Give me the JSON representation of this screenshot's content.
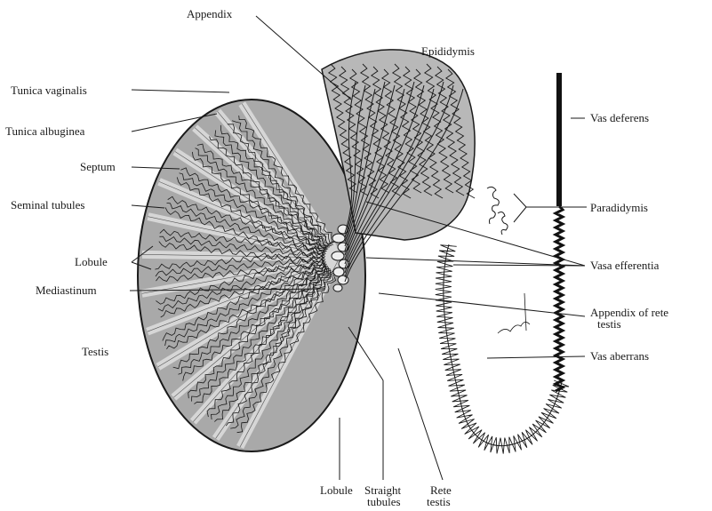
{
  "labels": {
    "appendix": "Appendix",
    "epididymis": "Epididymis",
    "tunica_vaginalis": "Tunica vaginalis",
    "tunica_albuginea": "Tunica albuginea",
    "septum": "Septum",
    "seminal_tubules": "Seminal tubules",
    "lobule_left": "Lobule",
    "mediastinum": "Mediastinum",
    "testis": "Testis",
    "vas_deferens": "Vas deferens",
    "paradidymis": "Paradidymis",
    "vasa_efferentia": "Vasa efferentia",
    "appendix_rete_line1": "Appendix of rete",
    "appendix_rete_line2": "testis",
    "vas_aberrans": "Vas aberrans",
    "lobule_bottom": "Lobule",
    "straight_tubules_line1": "Straight",
    "straight_tubules_line2": "tubules",
    "rete_testis_line1": "Rete",
    "rete_testis_line2": "testis"
  },
  "colors": {
    "testis_fill": "#a9a9a9",
    "septum_fill": "#d6d6d6",
    "epididymis_fill": "#b8b8b8",
    "ink": "#1a1a1a"
  }
}
